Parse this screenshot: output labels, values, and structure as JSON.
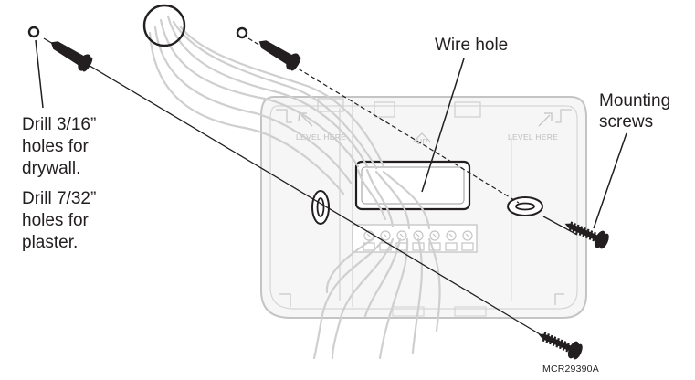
{
  "labels": {
    "wire_hole": "Wire hole",
    "mounting_screws_line1": "Mounting",
    "mounting_screws_line2": "screws",
    "drywall_line1": "Drill 3/16”",
    "drywall_line2": "holes for",
    "drywall_line3": "drywall.",
    "plaster_line1": "Drill 7/32”",
    "plaster_line2": "holes for",
    "plaster_line3": "plaster.",
    "level_here_left": "LEVEL HERE",
    "level_here_right": "LEVEL HERE",
    "up_marker": "UP",
    "part_number": "MCR29390A"
  },
  "colors": {
    "ink": "#231f20",
    "plate_outline": "#c8c8c8",
    "plate_fill": "#f4f4f4",
    "wire": "#d2d2d2"
  }
}
